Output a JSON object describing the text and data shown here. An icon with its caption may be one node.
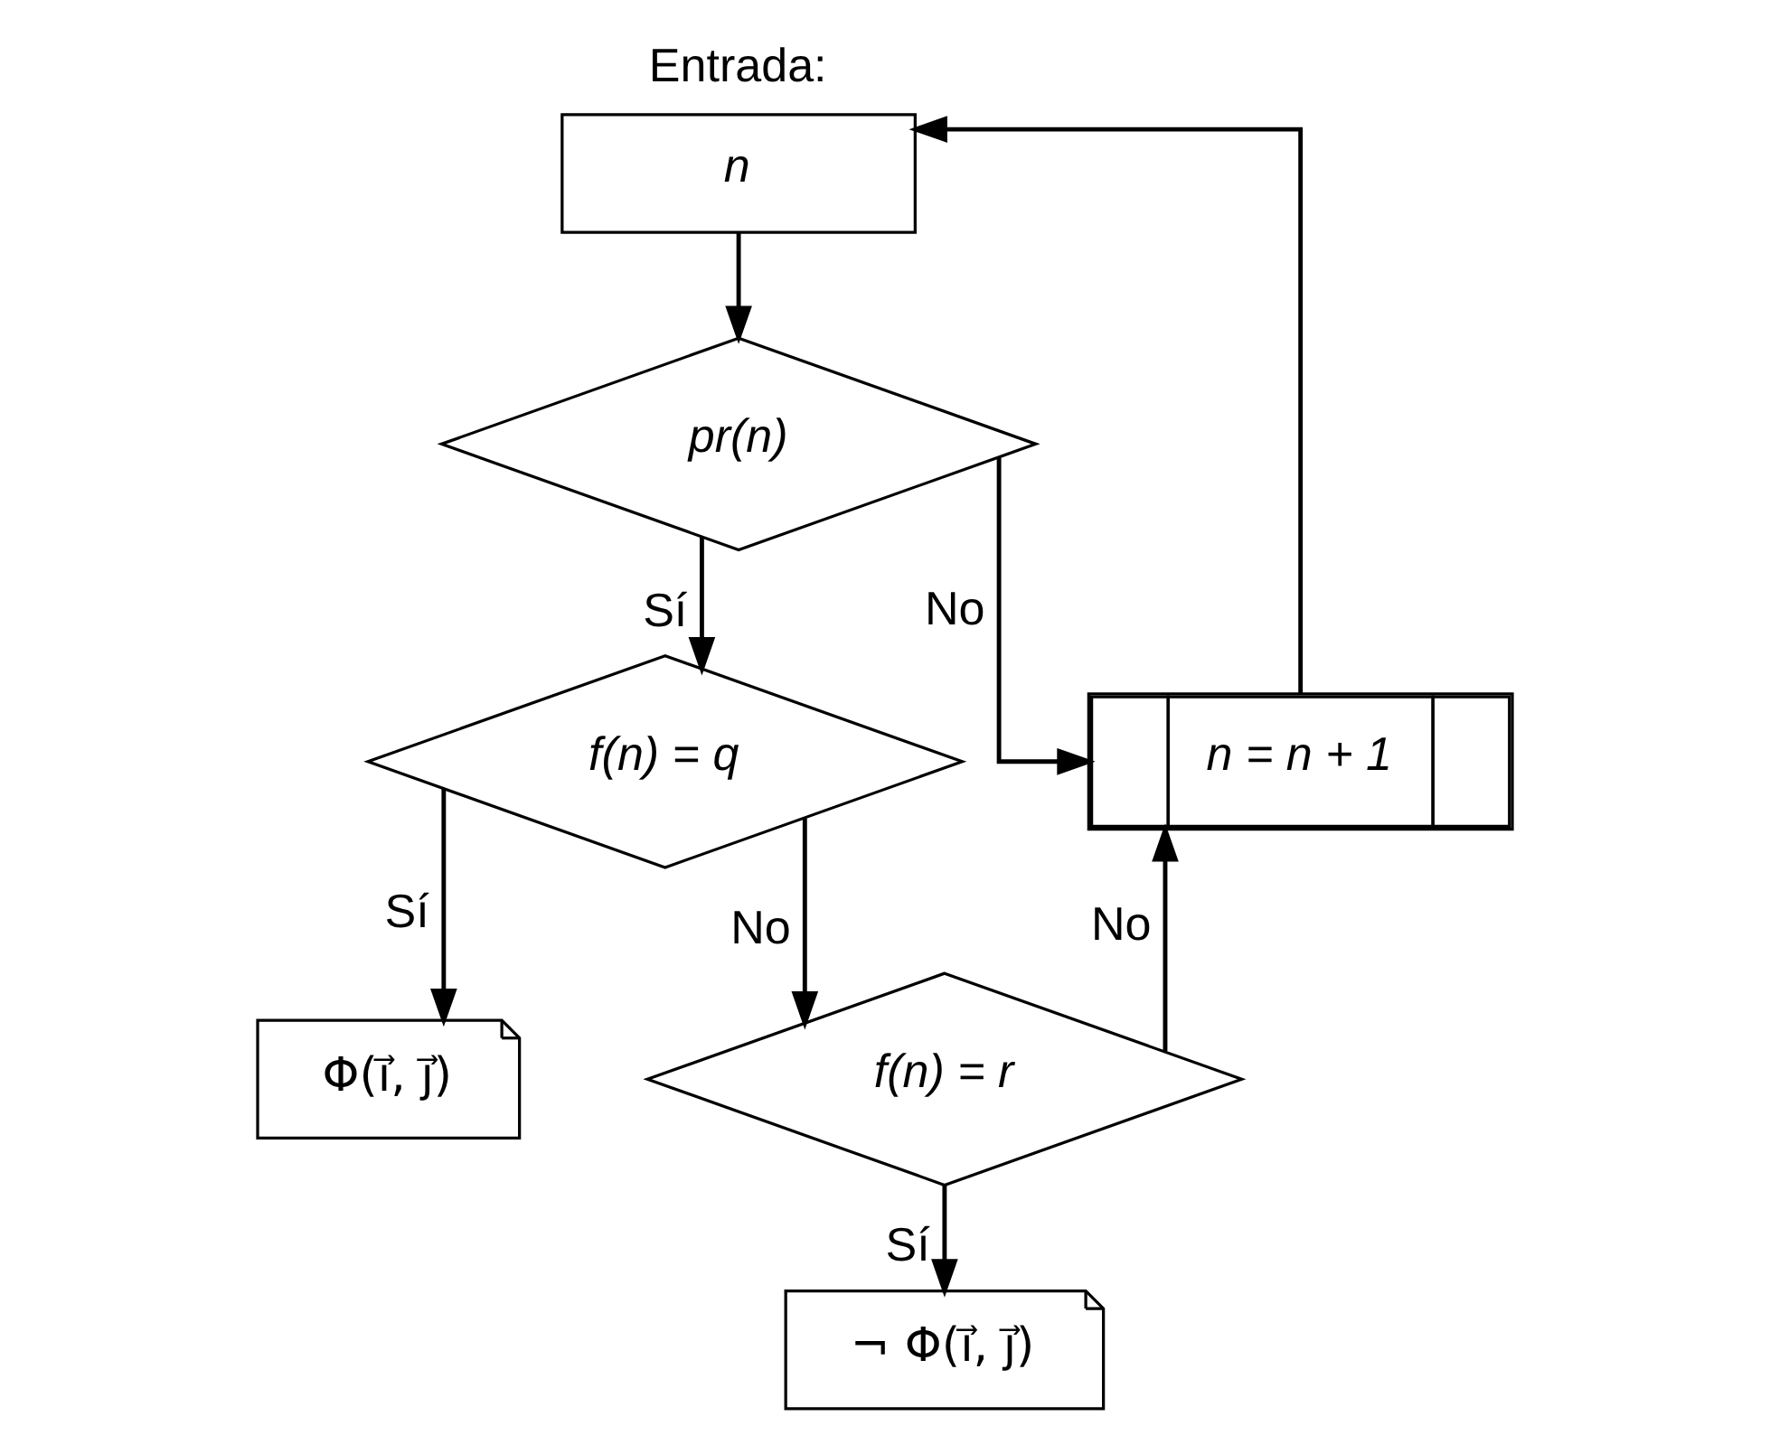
{
  "diagram": {
    "nodes": [
      {
        "text": [
          "Entrada:",
          "n"
        ]
      },
      {
        "text": [
          "pr(n)"
        ]
      },
      {
        "text": [
          "f(n) = q"
        ]
      },
      {
        "text": [
          "n = n + 1"
        ]
      },
      {
        "text": [
          "Φ(ı⃗, ȷ⃗)"
        ]
      },
      {
        "text": [
          "f(n) = r"
        ]
      },
      {
        "text": [
          "¬ Φ(ı⃗, ȷ⃗)"
        ]
      }
    ],
    "edges": [
      {
        "from": 0,
        "to": 1,
        "arrow": "to"
      },
      {
        "from": 1,
        "to": 2,
        "arrow": "to",
        "label": "Sí"
      },
      {
        "from": 1,
        "to": 3,
        "arrow": "to",
        "label": "No"
      },
      {
        "from": 3,
        "to": 0,
        "arrow": "to"
      },
      {
        "from": 2,
        "to": 4,
        "arrow": "to",
        "label": "Sí"
      },
      {
        "from": 2,
        "to": 5,
        "arrow": "to",
        "label": "No"
      },
      {
        "from": 5,
        "to": 6,
        "arrow": "to",
        "label": "Sí"
      },
      {
        "from": 5,
        "to": 3,
        "arrow": "to",
        "label": "No"
      }
    ]
  }
}
